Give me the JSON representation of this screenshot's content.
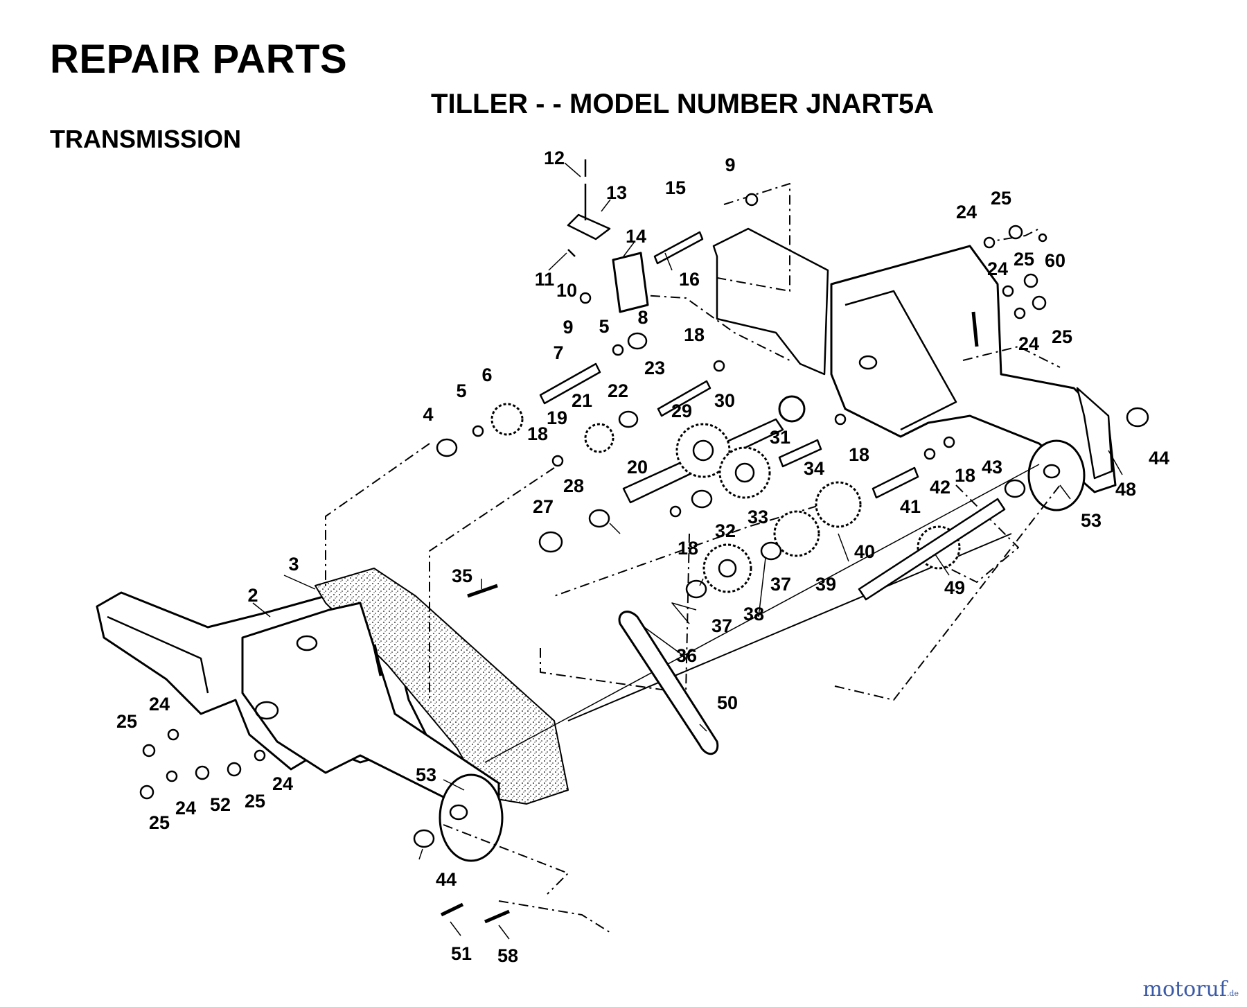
{
  "header": {
    "title": "REPAIR PARTS",
    "subtitle": "TILLER - - MODEL NUMBER JNART5A",
    "section": "TRANSMISSION"
  },
  "parts": [
    {
      "id": "p1",
      "label": "12"
    },
    {
      "id": "p2",
      "label": "13"
    },
    {
      "id": "p3",
      "label": "15"
    },
    {
      "id": "p4",
      "label": "9"
    },
    {
      "id": "p5",
      "label": "14"
    },
    {
      "id": "p6",
      "label": "11"
    },
    {
      "id": "p7",
      "label": "10"
    },
    {
      "id": "p8",
      "label": "16"
    },
    {
      "id": "p9",
      "label": "9"
    },
    {
      "id": "p10",
      "label": "8"
    },
    {
      "id": "p11",
      "label": "5"
    },
    {
      "id": "p12",
      "label": "18"
    },
    {
      "id": "p13",
      "label": "7"
    },
    {
      "id": "p14",
      "label": "23"
    },
    {
      "id": "p15",
      "label": "6"
    },
    {
      "id": "p16",
      "label": "22"
    },
    {
      "id": "p17",
      "label": "21"
    },
    {
      "id": "p18",
      "label": "30"
    },
    {
      "id": "p19",
      "label": "5"
    },
    {
      "id": "p20",
      "label": "4"
    },
    {
      "id": "p21",
      "label": "19"
    },
    {
      "id": "p22",
      "label": "29"
    },
    {
      "id": "p23",
      "label": "31"
    },
    {
      "id": "p24",
      "label": "18"
    },
    {
      "id": "p25",
      "label": "20"
    },
    {
      "id": "p26",
      "label": "18"
    },
    {
      "id": "p27",
      "label": "34"
    },
    {
      "id": "p28",
      "label": "28"
    },
    {
      "id": "p29",
      "label": "27"
    },
    {
      "id": "p30",
      "label": "33"
    },
    {
      "id": "p31",
      "label": "32"
    },
    {
      "id": "p32",
      "label": "18"
    },
    {
      "id": "p33",
      "label": "41"
    },
    {
      "id": "p34",
      "label": "42"
    },
    {
      "id": "p35",
      "label": "18"
    },
    {
      "id": "p36",
      "label": "43"
    },
    {
      "id": "p37",
      "label": "40"
    },
    {
      "id": "p38",
      "label": "39"
    },
    {
      "id": "p39",
      "label": "37"
    },
    {
      "id": "p40",
      "label": "38"
    },
    {
      "id": "p41",
      "label": "37"
    },
    {
      "id": "p42",
      "label": "36"
    },
    {
      "id": "p43",
      "label": "49"
    },
    {
      "id": "p44",
      "label": "35"
    },
    {
      "id": "p45",
      "label": "3"
    },
    {
      "id": "p46",
      "label": "2"
    },
    {
      "id": "p47",
      "label": "50"
    },
    {
      "id": "p48",
      "label": "24"
    },
    {
      "id": "p49",
      "label": "25"
    },
    {
      "id": "p50",
      "label": "60"
    },
    {
      "id": "p51",
      "label": "24"
    },
    {
      "id": "p52",
      "label": "25"
    },
    {
      "id": "p53",
      "label": "24"
    },
    {
      "id": "p54",
      "label": "25"
    },
    {
      "id": "p55",
      "label": "44"
    },
    {
      "id": "p56",
      "label": "48"
    },
    {
      "id": "p57",
      "label": "53"
    },
    {
      "id": "p58",
      "label": "25"
    },
    {
      "id": "p59",
      "label": "24"
    },
    {
      "id": "p60",
      "label": "24"
    },
    {
      "id": "p61",
      "label": "25"
    },
    {
      "id": "p62",
      "label": "24"
    },
    {
      "id": "p63",
      "label": "52"
    },
    {
      "id": "p64",
      "label": "25"
    },
    {
      "id": "p65",
      "label": "53"
    },
    {
      "id": "p66",
      "label": "44"
    },
    {
      "id": "p67",
      "label": "51"
    },
    {
      "id": "p68",
      "label": "58"
    }
  ],
  "watermark": {
    "main": "motoruf",
    "suffix": ".de"
  }
}
